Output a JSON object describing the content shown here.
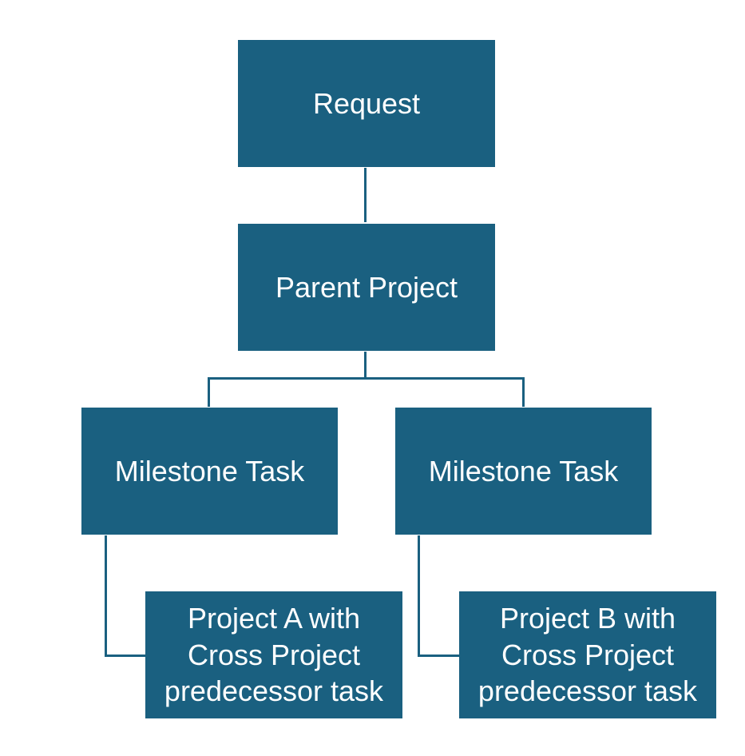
{
  "diagram": {
    "fill_color": "#1a6080",
    "text_color": "#ffffff",
    "nodes": {
      "request": "Request",
      "parent_project": "Parent Project",
      "milestone_left": "Milestone Task",
      "milestone_right": "Milestone Task",
      "project_a": {
        "line1": "Project A with",
        "line2": "Cross Project",
        "line3": "predecessor task"
      },
      "project_b": {
        "line1": "Project B with",
        "line2": "Cross Project",
        "line3": "predecessor task"
      }
    }
  }
}
